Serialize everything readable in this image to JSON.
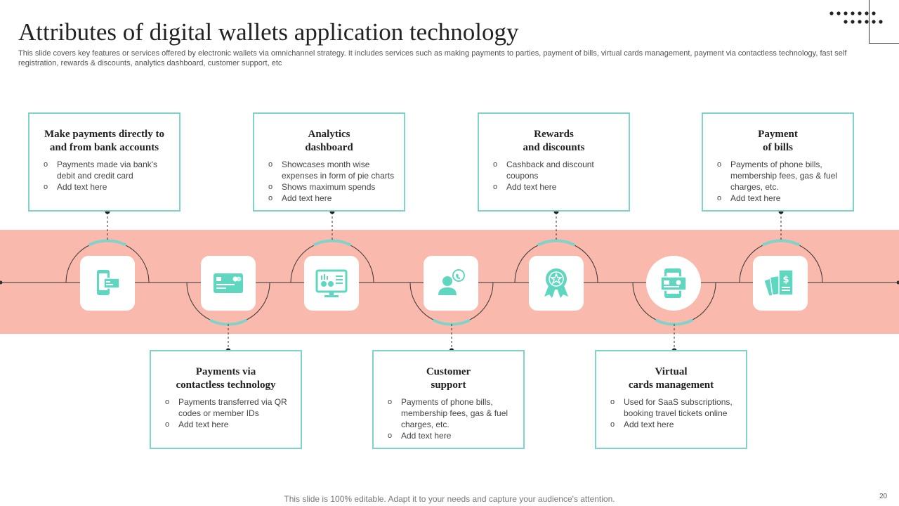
{
  "slide": {
    "title": "Attributes of digital wallets application technology",
    "subtitle": "This slide covers key features or services offered by electronic wallets via omnichannel strategy. It includes services such as making payments to parties, payment of bills, virtual cards management, payment via contactless technology, fast self registration, rewards & discounts, analytics dashboard, customer support, etc",
    "footer": "This slide is 100% editable. Adapt it to your needs and capture your audience's attention.",
    "page_number": "20"
  },
  "colors": {
    "accent": "#7fd3c8",
    "icon": "#5fd6bf",
    "band": "#f9b9ac",
    "line": "#333333"
  },
  "cards": {
    "bank": {
      "title_line1": "Make payments directly to",
      "title_line2": "and from bank accounts",
      "bullets": [
        "Payments made via bank's debit and credit card",
        "Add text here"
      ]
    },
    "analytics": {
      "title_line1": "Analytics",
      "title_line2": "dashboard",
      "bullets": [
        "Showcases month wise expenses in form of pie charts",
        "Shows maximum spends",
        "Add text here"
      ]
    },
    "rewards": {
      "title_line1": "Rewards",
      "title_line2": "and discounts",
      "bullets": [
        "Cashback and discount coupons",
        "Add text here"
      ]
    },
    "bills": {
      "title_line1": "Payment",
      "title_line2": "of bills",
      "bullets": [
        "Payments of phone bills, membership fees, gas & fuel charges, etc.",
        "Add text here"
      ]
    },
    "contactless": {
      "title_line1": "Payments via",
      "title_line2": "contactless technology",
      "bullets": [
        "Payments transferred via QR codes or member IDs",
        "Add text here"
      ]
    },
    "support": {
      "title_line1": "Customer",
      "title_line2": "support",
      "bullets": [
        "Payments of phone bills, membership fees, gas & fuel charges, etc.",
        "Add text here"
      ]
    },
    "virtual": {
      "title_line1": "Virtual",
      "title_line2": "cards management",
      "bullets": [
        "Used for SaaS subscriptions, booking travel tickets online",
        "Add text here"
      ]
    }
  },
  "icons": [
    "mobile-payment-icon",
    "credit-card-icon",
    "analytics-monitor-icon",
    "customer-support-icon",
    "reward-badge-icon",
    "virtual-card-phone-icon",
    "bills-payment-icon"
  ]
}
